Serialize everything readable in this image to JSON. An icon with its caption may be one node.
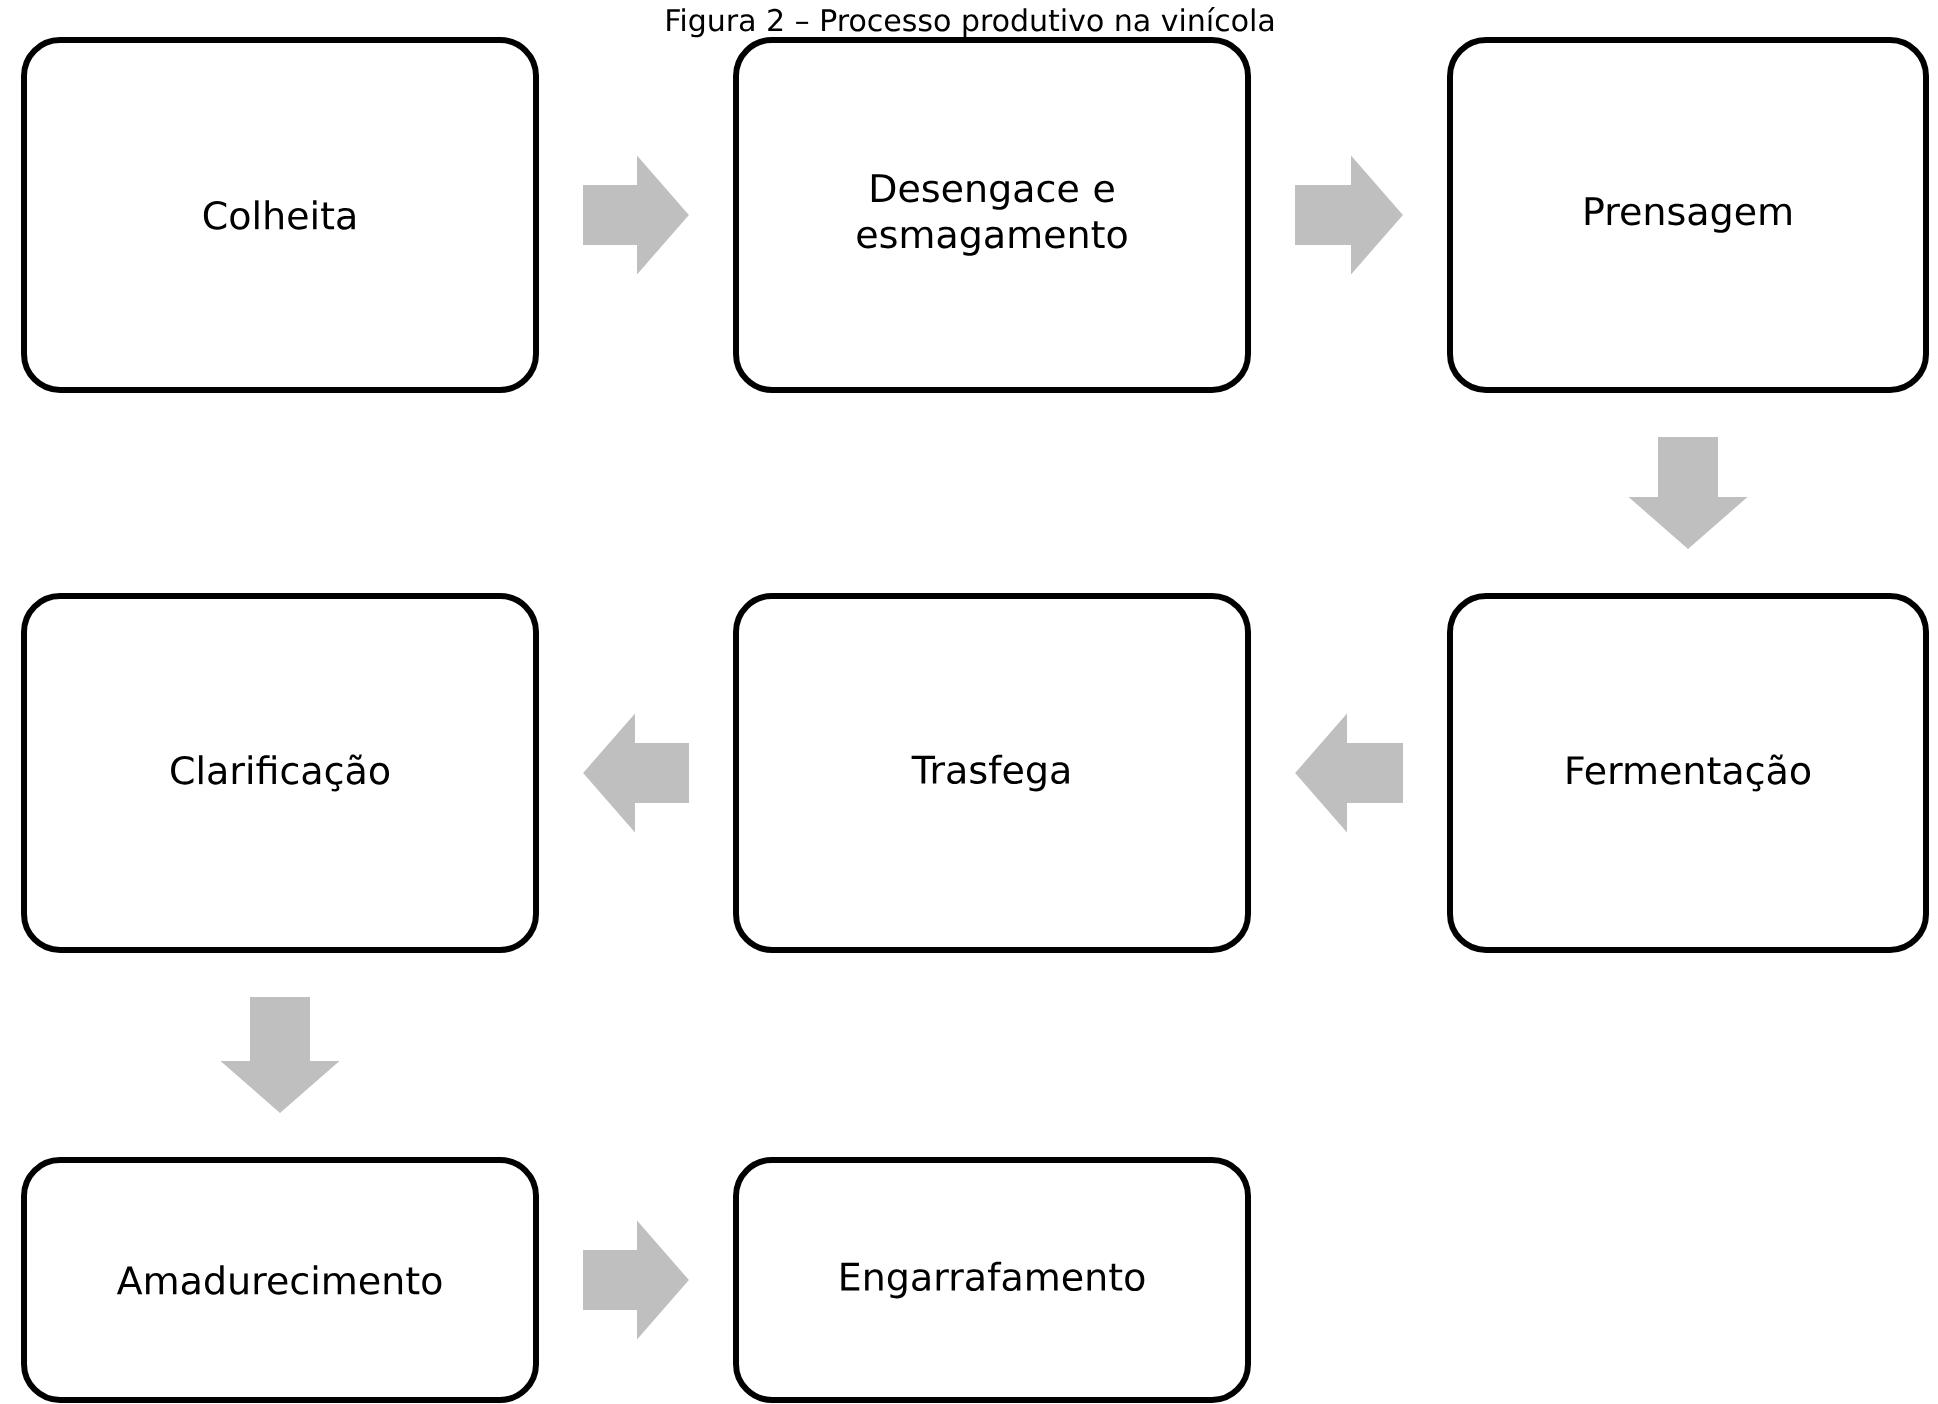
{
  "diagram": {
    "title": "Figura 2 – Processo produtivo na vinícola",
    "nodes": [
      {
        "text": [
          "Colheita"
        ]
      },
      {
        "text": [
          "Desengace e esmagamento"
        ]
      },
      {
        "text": [
          "Prensagem"
        ]
      },
      {
        "text": [
          "Fermentação"
        ]
      },
      {
        "text": [
          "Trasfega"
        ]
      },
      {
        "text": [
          "Clarificação"
        ]
      },
      {
        "text": [
          "Amadurecimento"
        ]
      },
      {
        "text": [
          "Engarrafamento"
        ]
      }
    ],
    "edges": [
      {
        "from": 0,
        "to": 1,
        "arrow": "to"
      },
      {
        "from": 1,
        "to": 2,
        "arrow": "to"
      },
      {
        "from": 2,
        "to": 3,
        "arrow": "to"
      },
      {
        "from": 3,
        "to": 4,
        "arrow": "to"
      },
      {
        "from": 4,
        "to": 5,
        "arrow": "to"
      },
      {
        "from": 5,
        "to": 6,
        "arrow": "to"
      },
      {
        "from": 6,
        "to": 7,
        "arrow": "to"
      }
    ]
  }
}
